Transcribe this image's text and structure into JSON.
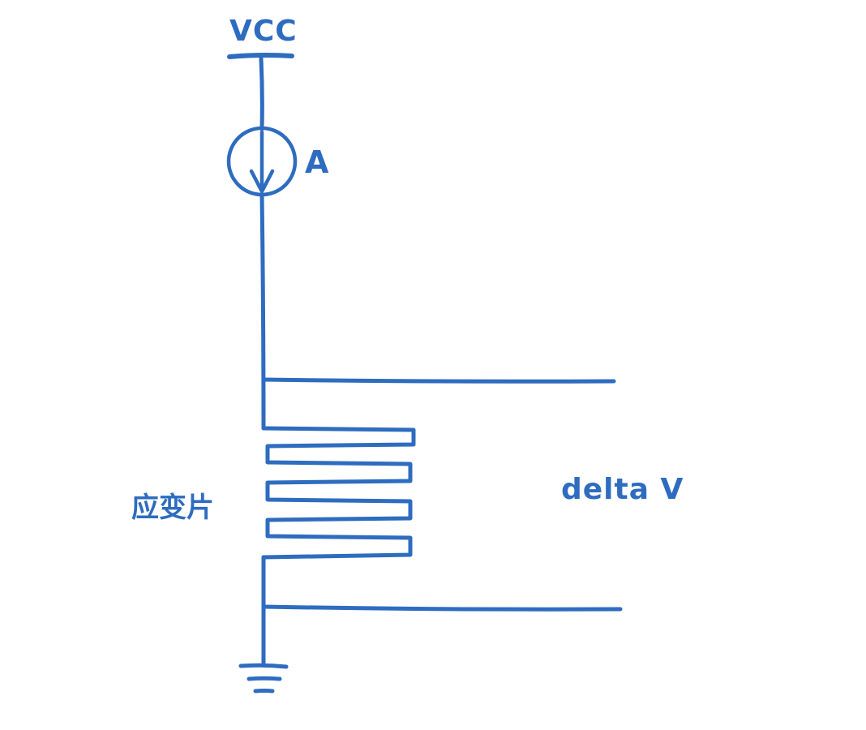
{
  "diagram": {
    "type": "circuit-schematic",
    "description": "Hand-drawn strain gauge measurement circuit: VCC feeds a current source (A) into a serpentine strain-gauge resistor with two voltage taps (delta V) and ground at the bottom",
    "labels": {
      "vcc": "VCC",
      "current_source": "A",
      "strain_gauge": "应变片",
      "delta_v": "delta V"
    },
    "colors": {
      "ink": "#2e6cc0",
      "background": "#ffffff"
    },
    "components": {
      "power_rail": "VCC top bar",
      "source": "circular current source with downward arrow",
      "resistor": "serpentine strain gauge meander",
      "ground": "three-bar earth ground symbol"
    }
  }
}
